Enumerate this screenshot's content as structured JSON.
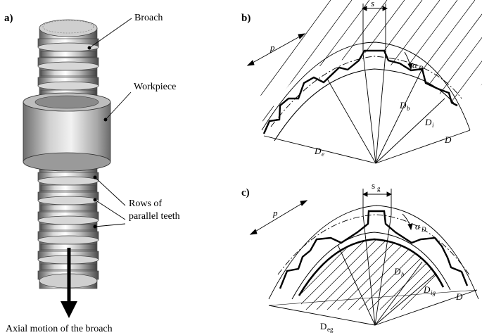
{
  "panels": {
    "a": {
      "label": "a)",
      "callouts": {
        "broach": "Broach",
        "workpiece": "Workpiece",
        "rows_line1": "Rows of",
        "rows_line2": "parallel teeth"
      },
      "caption": "Axial motion of the broach"
    },
    "b": {
      "label": "b)",
      "dims": {
        "s": "s",
        "p": "p",
        "alpha": "α",
        "alpha_sub": "D",
        "Db": "D",
        "Db_sub": "b",
        "Di": "D",
        "Di_sub": "i",
        "D": "D",
        "De": "D",
        "De_sub": "e"
      }
    },
    "c": {
      "label": "c)",
      "dims": {
        "s": "s",
        "s_sub": "g",
        "p": "p",
        "alpha": "α",
        "alpha_sub": "D",
        "Db": "D",
        "Db_sub": "b",
        "Dig": "D",
        "Dig_sub": "ig",
        "D": "D",
        "Deg": "D",
        "Deg_sub": "eg"
      }
    }
  },
  "colors": {
    "ink": "#000000",
    "metal_light": "#e6e6e6",
    "metal_dark": "#6e6e6e"
  }
}
